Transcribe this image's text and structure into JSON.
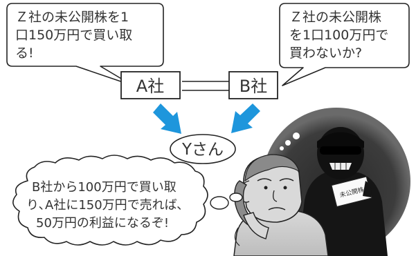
{
  "bubble_left": {
    "lines": [
      "Ｚ社の未公開株を1",
      "口150万円で買い取",
      "る!"
    ]
  },
  "bubble_right": {
    "lines": [
      "Ｚ社の未公開株",
      "を1口100万円で",
      "買わないか?"
    ]
  },
  "company_a": "A社",
  "company_b": "B社",
  "person_label": "Yさん",
  "thought": {
    "lines": [
      "B社から100万円で買い取",
      "り､A社に150万円で売れば､",
      "50万円の利益になるぞ!"
    ]
  },
  "document_label": "未公開株",
  "colors": {
    "arrow": "#1e96dc",
    "shadow_circle": "#3a3a3a",
    "outline": "#222222"
  }
}
